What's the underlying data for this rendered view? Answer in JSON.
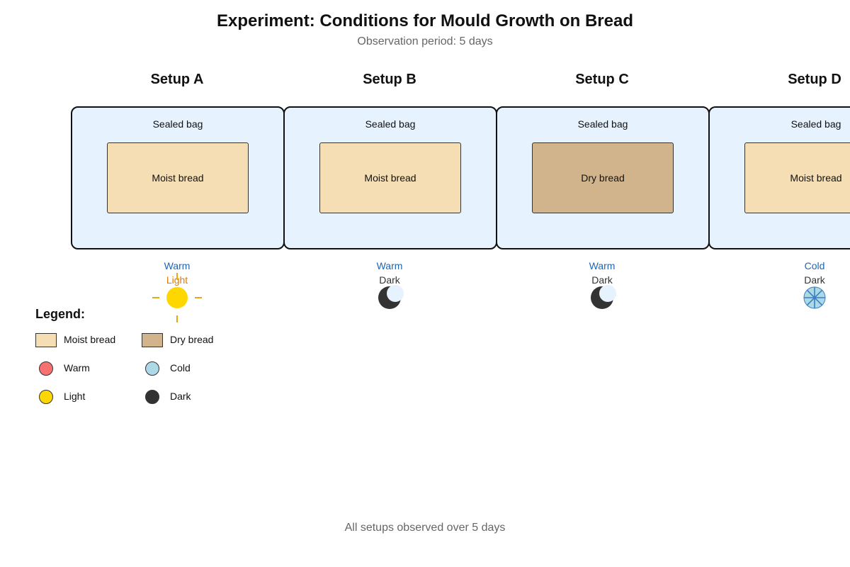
{
  "title": "Experiment: Conditions for Mould Growth on Bread",
  "subtitle": "Observation period: 5 days",
  "setups": [
    {
      "name": "Setup A",
      "container": "Sealed bag",
      "bread": "Moist bread",
      "bread_type": "moist",
      "temperature": "Warm",
      "light": "Light",
      "light_icon": "sun-icon",
      "temp_color": "#1a66b8",
      "light_color": "#e07b00"
    },
    {
      "name": "Setup B",
      "container": "Sealed bag",
      "bread": "Moist bread",
      "bread_type": "moist",
      "temperature": "Warm",
      "light": "Dark",
      "light_icon": "moon-icon",
      "temp_color": "#1a66b8",
      "light_color": "#333333"
    },
    {
      "name": "Setup C",
      "container": "Sealed bag",
      "bread": "Dry bread",
      "bread_type": "dry",
      "temperature": "Warm",
      "light": "Dark",
      "light_icon": "moon-icon",
      "temp_color": "#1a66b8",
      "light_color": "#333333"
    },
    {
      "name": "Setup D",
      "container": "Sealed bag",
      "bread": "Moist bread",
      "bread_type": "moist",
      "temperature": "Cold",
      "light": "Dark",
      "light_icon": "snowflake-icon",
      "temp_color": "#1a66b8",
      "light_color": "#333333"
    }
  ],
  "legend": {
    "title": "Legend:",
    "items": [
      {
        "label": "Moist bread",
        "shape": "rect",
        "color": "#f5deb3"
      },
      {
        "label": "Dry bread",
        "shape": "rect",
        "color": "#d2b48c"
      },
      {
        "label": "Warm",
        "shape": "circle",
        "color": "#f87171"
      },
      {
        "label": "Cold",
        "shape": "circle",
        "color": "#add8e6"
      },
      {
        "label": "Light",
        "shape": "circle",
        "color": "#ffd700"
      },
      {
        "label": "Dark",
        "shape": "circle",
        "color": "#333333"
      }
    ]
  },
  "colors": {
    "bag_fill": "#e6f2fd",
    "moist_bread": "#f5deb3",
    "dry_bread": "#d2b48c",
    "sun": "#ffd700",
    "sun_rays": "#e6a817",
    "moon": "#333333",
    "snowflake": "#add8e6"
  },
  "footer": "All setups observed over 5 days"
}
